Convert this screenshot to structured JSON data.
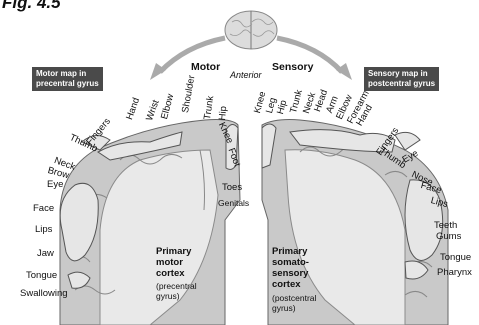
{
  "figure_label": "Fig. 4.5",
  "headers": {
    "motor": "Motor",
    "anterior": "Anterior",
    "sensory": "Sensory"
  },
  "boxes": {
    "motor_map": [
      "Motor map in",
      "precentral gyrus"
    ],
    "sensory_map": [
      "Sensory map in",
      "postcentral gyrus"
    ]
  },
  "motor_labels": [
    "Hand",
    "Wrist",
    "Elbow",
    "Shoulder",
    "Trunk",
    "Hip",
    "Knee",
    "Fingers",
    "Thumb",
    "Neck",
    "Brow",
    "Eye",
    "Face",
    "Lips",
    "Jaw",
    "Tongue",
    "Swallowing"
  ],
  "sensory_labels": [
    "Knee",
    "Leg",
    "Hip",
    "Trunk",
    "Neck",
    "Head",
    "Arm",
    "Elbow",
    "Forearm",
    "Hand",
    "Fingers",
    "Thumb",
    "Eye",
    "Nose",
    "Face",
    "Lips",
    "Teeth",
    "Gums",
    "Tongue",
    "Pharynx"
  ],
  "midline_labels": {
    "foot": "Foot",
    "toes": "Toes",
    "genitals": "Genitals"
  },
  "cortex": {
    "motor_title": [
      "Primary",
      "motor",
      "cortex"
    ],
    "motor_sub": [
      "(precentral",
      "gyrus)"
    ],
    "sensory_title": [
      "Primary",
      "somato-",
      "sensory",
      "cortex"
    ],
    "sensory_sub": [
      "(postcentral",
      "gyrus)"
    ]
  },
  "colors": {
    "cortex_fill": "#c9c9c9",
    "gyrus_line": "#8a8a8a",
    "box_bg": "#4a4a4a"
  }
}
